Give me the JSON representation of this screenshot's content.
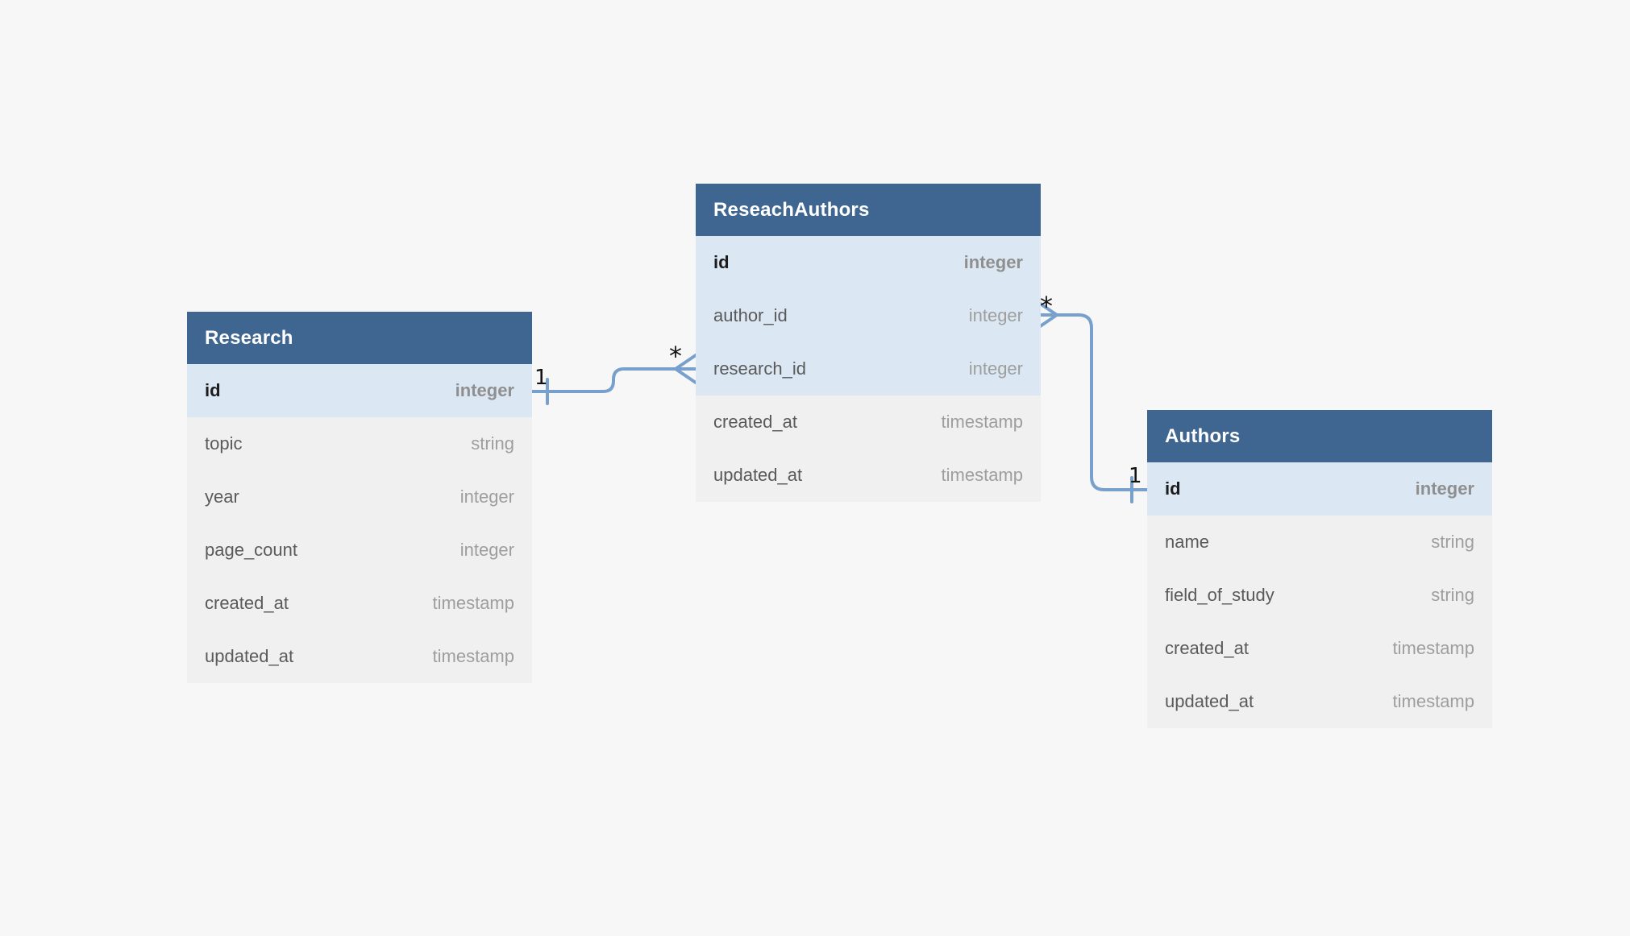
{
  "diagram": {
    "background": "#f7f7f8",
    "colors": {
      "table_header": "#3f6591",
      "key_row": "#dbe8f4",
      "row": "#f0f0f0",
      "connector": "#78a0cd",
      "header_text": "#ffffff",
      "field_text": "#5a5a5a",
      "type_text": "#9e9e9e"
    }
  },
  "tables": [
    {
      "title": "Research",
      "fields": [
        {
          "name": "id",
          "type": "integer"
        },
        {
          "name": "topic",
          "type": "string"
        },
        {
          "name": "year",
          "type": "integer"
        },
        {
          "name": "page_count",
          "type": "integer"
        },
        {
          "name": "created_at",
          "type": "timestamp"
        },
        {
          "name": "updated_at",
          "type": "timestamp"
        }
      ]
    },
    {
      "title": "ReseachAuthors",
      "fields": [
        {
          "name": "id",
          "type": "integer"
        },
        {
          "name": "author_id",
          "type": "integer"
        },
        {
          "name": "research_id",
          "type": "integer"
        },
        {
          "name": "created_at",
          "type": "timestamp"
        },
        {
          "name": "updated_at",
          "type": "timestamp"
        }
      ]
    },
    {
      "title": "Authors",
      "fields": [
        {
          "name": "id",
          "type": "integer"
        },
        {
          "name": "name",
          "type": "string"
        },
        {
          "name": "field_of_study",
          "type": "string"
        },
        {
          "name": "created_at",
          "type": "timestamp"
        },
        {
          "name": "updated_at",
          "type": "timestamp"
        }
      ]
    }
  ],
  "connections": [
    {
      "from": "Research.id",
      "to": "ReseachAuthors.research_id",
      "from_cardinality": "1",
      "to_cardinality": "*"
    },
    {
      "from": "Authors.id",
      "to": "ReseachAuthors.author_id",
      "from_cardinality": "1",
      "to_cardinality": "*"
    }
  ]
}
